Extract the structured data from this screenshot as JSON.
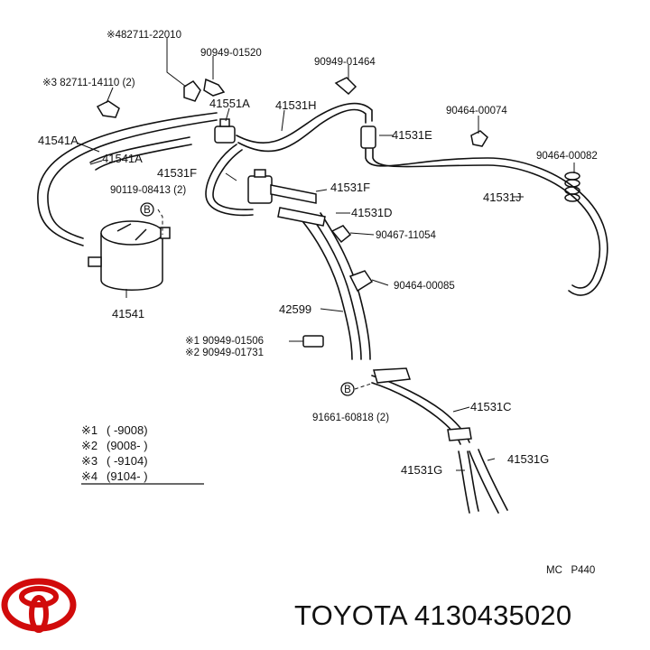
{
  "labels": {
    "l1": "※482711-22010",
    "l2": "90949-01520",
    "l3": "90949-01464",
    "l4": "※3 82711-14110 (2)",
    "l5": "41551A",
    "l6": "41531H",
    "l7": "90464-00074",
    "l8": "41541A",
    "l9": "41531E",
    "l10": "41541A",
    "l11": "90464-00082",
    "l12": "41531F",
    "l13": "90119-08413 (2)",
    "l14": "41531F",
    "l15": "41531J",
    "l16": "41531D",
    "l17": "90467-11054",
    "l18": "90464-00085",
    "l19": "42599",
    "l20": "41541",
    "l21": "※1 90949-01506",
    "l22": "※2 90949-01731",
    "l23": "41531C",
    "l24": "91661-60818 (2)",
    "l25": "41531G",
    "l26": "41531G",
    "bolt_mark": "B"
  },
  "legend": [
    {
      "mark": "※1",
      "range": "(        -9008)"
    },
    {
      "mark": "※2",
      "range": "(9008-        )"
    },
    {
      "mark": "※3",
      "range": "(        -9104)"
    },
    {
      "mark": "※4",
      "range": "(9104-        )"
    }
  ],
  "corner_code": "MC   P440",
  "brand": "TOYOTA",
  "part_number": "4130435020",
  "footer_text": "TOYOTA 4130435020",
  "colors": {
    "logo": "#d10b0b",
    "ink": "#111111"
  }
}
